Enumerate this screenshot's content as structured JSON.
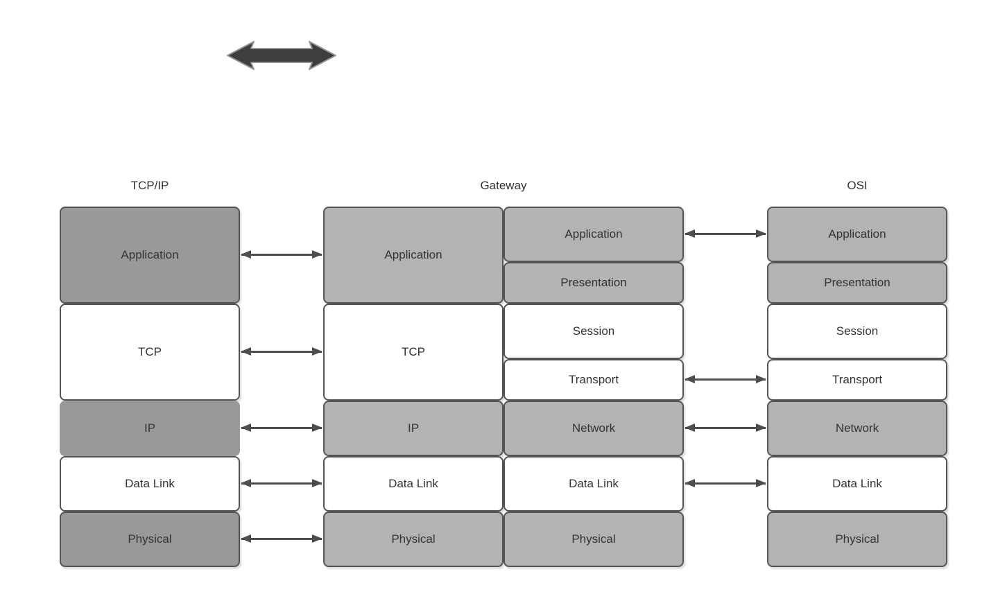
{
  "columns": {
    "tcpip": {
      "title": "TCP/IP",
      "layers": [
        {
          "label": "Application"
        },
        {
          "label": "TCP"
        },
        {
          "label": "IP"
        },
        {
          "label": "Data Link"
        },
        {
          "label": "Physical"
        }
      ]
    },
    "gateway": {
      "title": "Gateway",
      "left_stack": [
        {
          "label": "Application"
        },
        {
          "label": "TCP"
        },
        {
          "label": "IP"
        },
        {
          "label": "Data Link"
        },
        {
          "label": "Physical"
        }
      ],
      "right_stack": [
        {
          "label": "Application"
        },
        {
          "label": "Presentation"
        },
        {
          "label": "Session"
        },
        {
          "label": "Transport"
        },
        {
          "label": "Network"
        },
        {
          "label": "Data Link"
        },
        {
          "label": "Physical"
        }
      ]
    },
    "osi": {
      "title": "OSI",
      "layers": [
        {
          "label": "Application"
        },
        {
          "label": "Presentation"
        },
        {
          "label": "Session"
        },
        {
          "label": "Transport"
        },
        {
          "label": "Network"
        },
        {
          "label": "Data Link"
        },
        {
          "label": "Physical"
        }
      ]
    }
  },
  "icons": {
    "top_arrow": "double-headed-arrow",
    "layer_link": "double-headed-arrow"
  },
  "colors": {
    "background": "#ffffff",
    "shaded_dark": "#999999",
    "shaded_light": "#b3b3b3",
    "box_border": "#545454",
    "box_fill_white": "#ffffff",
    "text": "#333333",
    "link_arrow": "#4d4d4d",
    "top_arrow_fill": "#3e3e3e",
    "top_arrow_stroke": "#949494"
  }
}
